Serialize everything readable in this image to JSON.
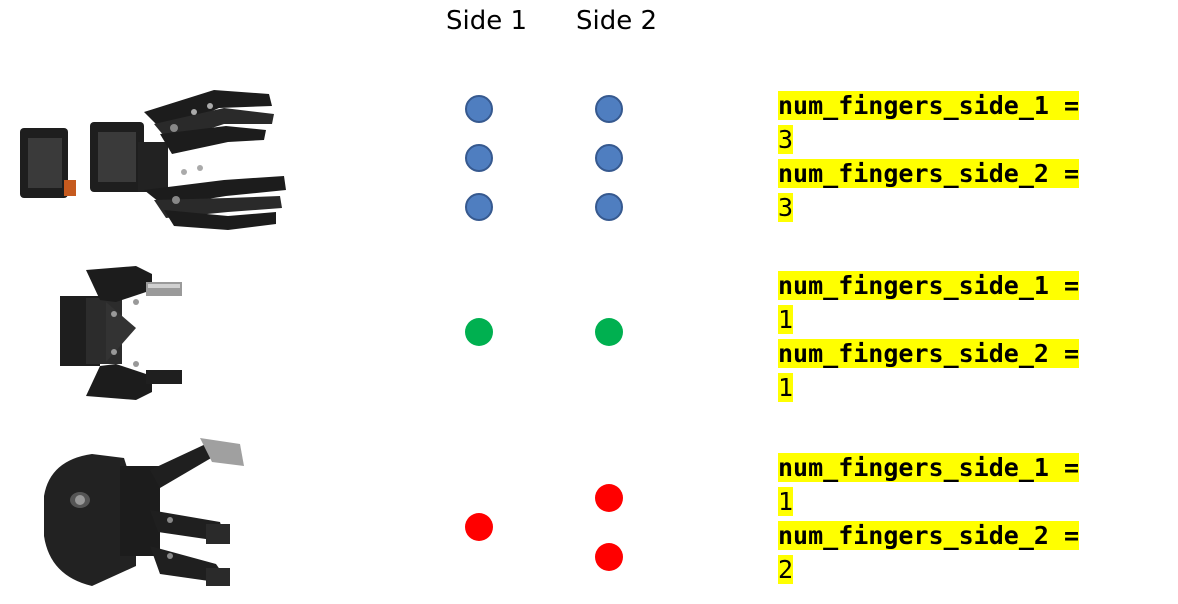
{
  "headers": {
    "side1": "Side 1",
    "side2": "Side 2"
  },
  "colors": {
    "blue": "#4f7ec0",
    "green": "#00b050",
    "red": "#ff0000",
    "highlight": "#ffff00"
  },
  "rows": [
    {
      "gripper": "multi-finger-servo-gripper",
      "dot_color": "blue",
      "side1_count": 3,
      "side2_count": 3,
      "line1": "num_fingers_side_1 =",
      "val1": "3",
      "line2": "num_fingers_side_2 =",
      "val2": "3"
    },
    {
      "gripper": "robotiq-parallel-gripper",
      "dot_color": "green",
      "side1_count": 1,
      "side2_count": 1,
      "line1": "num_fingers_side_1 =",
      "val1": "1",
      "line2": "num_fingers_side_2 =",
      "val2": "1"
    },
    {
      "gripper": "robotiq-three-finger-gripper",
      "dot_color": "red",
      "side1_count": 1,
      "side2_count": 2,
      "line1": "num_fingers_side_1 =",
      "val1": "1",
      "line2": "num_fingers_side_2 =",
      "val2": "2"
    }
  ]
}
